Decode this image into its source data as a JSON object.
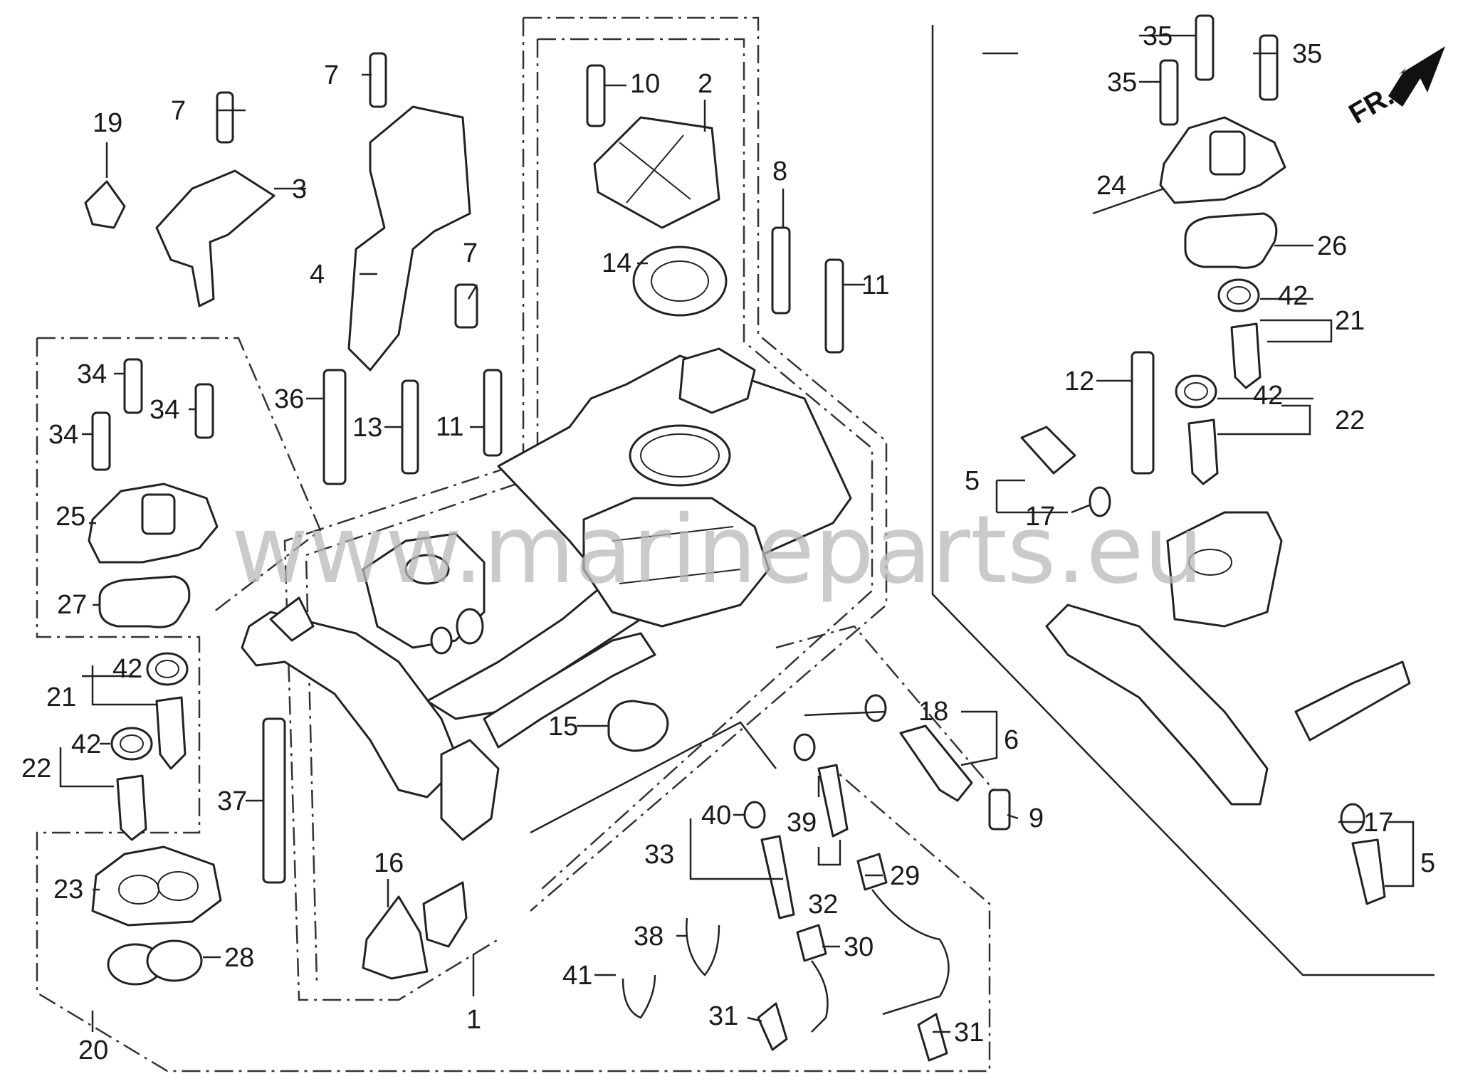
{
  "watermark": "www.marineparts.eu",
  "direction_label": "FR.",
  "callouts": [
    {
      "id": "c-1",
      "text": "1"
    },
    {
      "id": "c-2",
      "text": "2"
    },
    {
      "id": "c-3",
      "text": "3"
    },
    {
      "id": "c-4",
      "text": "4"
    },
    {
      "id": "c-5a",
      "text": "5"
    },
    {
      "id": "c-5b",
      "text": "5"
    },
    {
      "id": "c-6",
      "text": "6"
    },
    {
      "id": "c-7a",
      "text": "7"
    },
    {
      "id": "c-7b",
      "text": "7"
    },
    {
      "id": "c-7c",
      "text": "7"
    },
    {
      "id": "c-8",
      "text": "8"
    },
    {
      "id": "c-9",
      "text": "9"
    },
    {
      "id": "c-10",
      "text": "10"
    },
    {
      "id": "c-11a",
      "text": "11"
    },
    {
      "id": "c-11b",
      "text": "11"
    },
    {
      "id": "c-12",
      "text": "12"
    },
    {
      "id": "c-13",
      "text": "13"
    },
    {
      "id": "c-14",
      "text": "14"
    },
    {
      "id": "c-15",
      "text": "15"
    },
    {
      "id": "c-16",
      "text": "16"
    },
    {
      "id": "c-17a",
      "text": "17"
    },
    {
      "id": "c-17b",
      "text": "17"
    },
    {
      "id": "c-18",
      "text": "18"
    },
    {
      "id": "c-19",
      "text": "19"
    },
    {
      "id": "c-20",
      "text": "20"
    },
    {
      "id": "c-21a",
      "text": "21"
    },
    {
      "id": "c-21b",
      "text": "21"
    },
    {
      "id": "c-22a",
      "text": "22"
    },
    {
      "id": "c-22b",
      "text": "22"
    },
    {
      "id": "c-23",
      "text": "23"
    },
    {
      "id": "c-24",
      "text": "24"
    },
    {
      "id": "c-25",
      "text": "25"
    },
    {
      "id": "c-26",
      "text": "26"
    },
    {
      "id": "c-27",
      "text": "27"
    },
    {
      "id": "c-28",
      "text": "28"
    },
    {
      "id": "c-29",
      "text": "29"
    },
    {
      "id": "c-30",
      "text": "30"
    },
    {
      "id": "c-31a",
      "text": "31"
    },
    {
      "id": "c-31b",
      "text": "31"
    },
    {
      "id": "c-32",
      "text": "32"
    },
    {
      "id": "c-33",
      "text": "33"
    },
    {
      "id": "c-34a",
      "text": "34"
    },
    {
      "id": "c-34b",
      "text": "34"
    },
    {
      "id": "c-34c",
      "text": "34"
    },
    {
      "id": "c-35a",
      "text": "35"
    },
    {
      "id": "c-35b",
      "text": "35"
    },
    {
      "id": "c-35c",
      "text": "35"
    },
    {
      "id": "c-36",
      "text": "36"
    },
    {
      "id": "c-37",
      "text": "37"
    },
    {
      "id": "c-38",
      "text": "38"
    },
    {
      "id": "c-39",
      "text": "39"
    },
    {
      "id": "c-40",
      "text": "40"
    },
    {
      "id": "c-41",
      "text": "41"
    },
    {
      "id": "c-42a",
      "text": "42"
    },
    {
      "id": "c-42b",
      "text": "42"
    },
    {
      "id": "c-42c",
      "text": "42"
    },
    {
      "id": "c-42d",
      "text": "42"
    }
  ]
}
